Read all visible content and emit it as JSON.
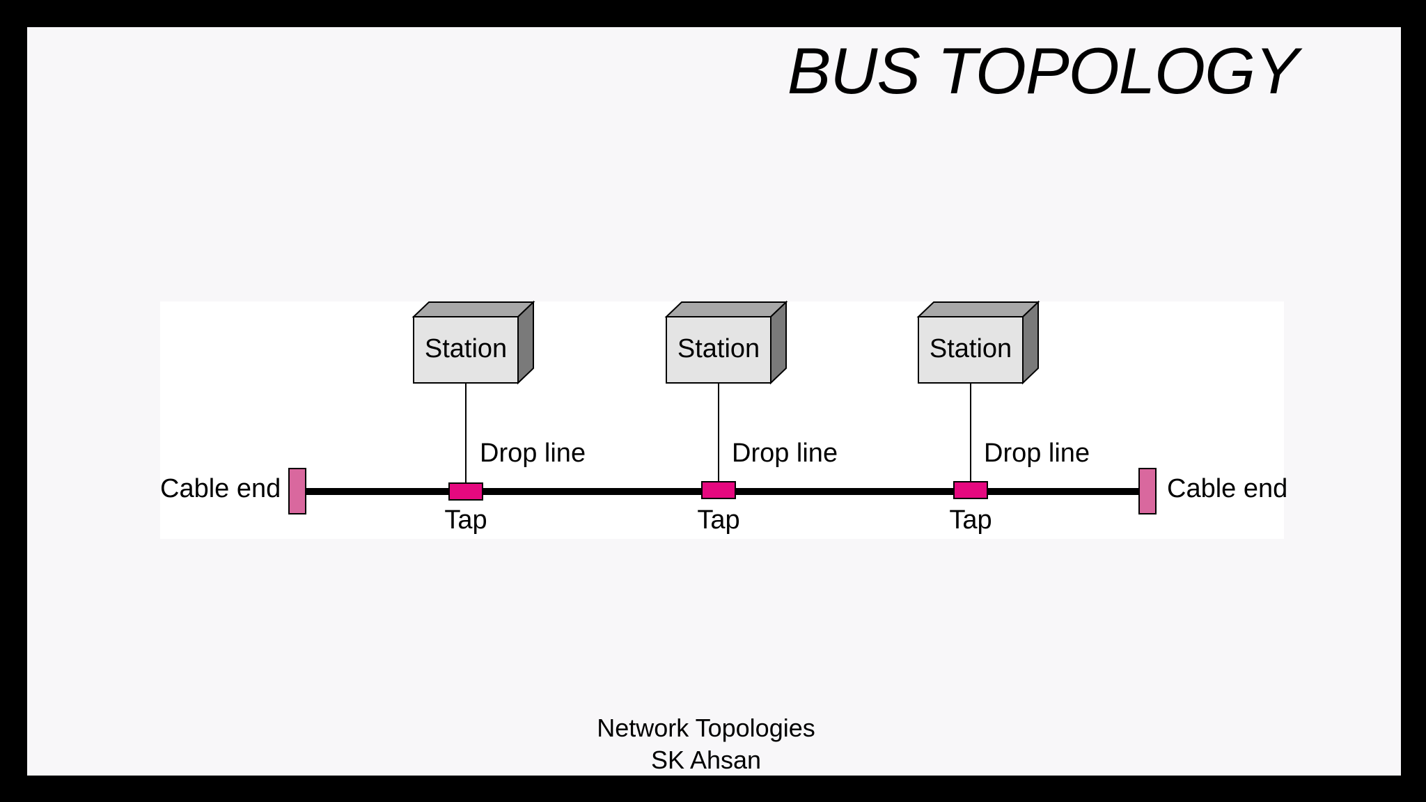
{
  "slide": {
    "title": "BUS TOPOLOGY",
    "footer": {
      "line1": "Network Topologies",
      "line2": "SK Ahsan"
    }
  },
  "diagram": {
    "stations": [
      {
        "label": "Station",
        "drop_label": "Drop line",
        "tap_label": "Tap"
      },
      {
        "label": "Station",
        "drop_label": "Drop line",
        "tap_label": "Tap"
      },
      {
        "label": "Station",
        "drop_label": "Drop line",
        "tap_label": "Tap"
      }
    ],
    "cable_end_left": "Cable end",
    "cable_end_right": "Cable end",
    "colors": {
      "tap": "#e5097f",
      "cable_end": "#d9689e",
      "station_front": "#e4e4e4",
      "station_top": "#a8a8a8",
      "station_side": "#7a7a7a",
      "bus": "#000000"
    }
  }
}
